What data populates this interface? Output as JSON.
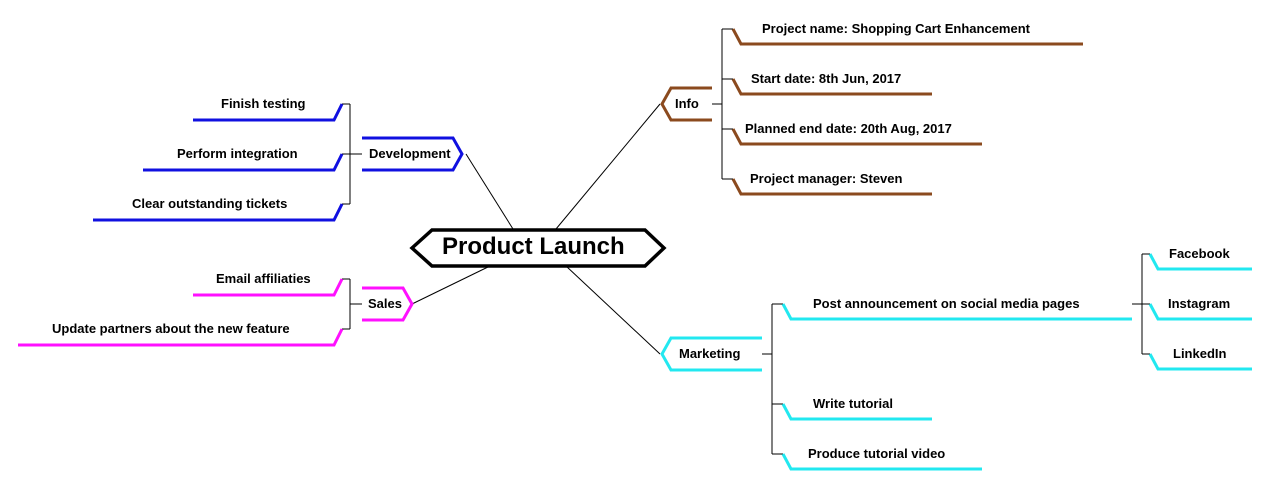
{
  "central": {
    "label": "Product Launch"
  },
  "colors": {
    "development": "#1010e0",
    "sales": "#ff10ff",
    "info": "#8b4a1e",
    "marketing": "#22e8f0",
    "connector": "#000000"
  },
  "branches": {
    "development": {
      "label": "Development",
      "children": [
        "Finish testing",
        "Perform integration",
        "Clear outstanding tickets"
      ]
    },
    "sales": {
      "label": "Sales",
      "children": [
        "Email affiliaties",
        "Update partners about the new feature"
      ]
    },
    "info": {
      "label": "Info",
      "children": [
        "Project name: Shopping Cart Enhancement",
        "Start date: 8th Jun, 2017",
        "Planned end date: 20th Aug, 2017",
        "Project manager: Steven"
      ]
    },
    "marketing": {
      "label": "Marketing",
      "children": [
        {
          "label": "Post announcement on social media pages",
          "children": [
            "Facebook",
            "Instagram",
            "LinkedIn"
          ]
        },
        {
          "label": "Write tutorial"
        },
        {
          "label": "Produce tutorial video"
        }
      ]
    }
  }
}
